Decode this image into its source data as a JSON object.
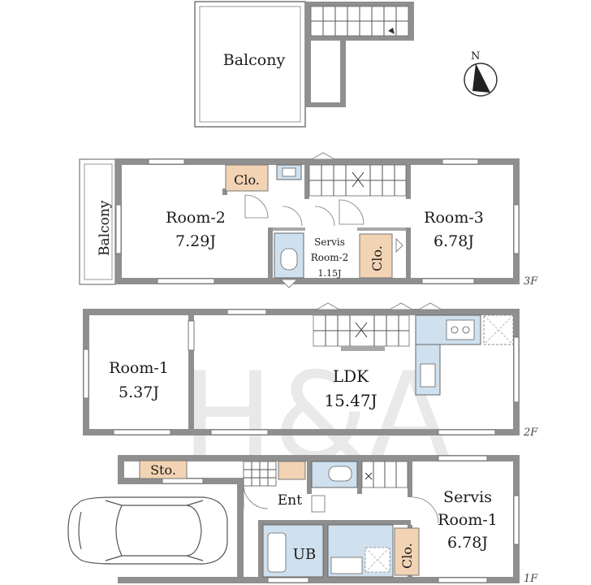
{
  "watermark": "H&A",
  "compass": {
    "letter": "N"
  },
  "floors": {
    "roof": {
      "balcony": "Balcony"
    },
    "f3": {
      "floor_label": "3F",
      "balcony": "Balcony",
      "room2": {
        "name": "Room-2",
        "size": "7.29J"
      },
      "closet_a": "Clo.",
      "servis_room2": {
        "line1": "Servis",
        "line2": "Room-2",
        "size": "1.15J"
      },
      "closet_b": "Clo.",
      "room3": {
        "name": "Room-3",
        "size": "6.78J"
      }
    },
    "f2": {
      "floor_label": "2F",
      "room1": {
        "name": "Room-1",
        "size": "5.37J"
      },
      "ldk": {
        "name": "LDK",
        "size": "15.47J"
      }
    },
    "f1": {
      "floor_label": "1F",
      "storage": "Sto.",
      "entrance": "Ent",
      "bath": "UB",
      "closet": "Clo.",
      "servis_room1": {
        "line1": "Servis",
        "line2": "Room-1",
        "size": "6.78J"
      }
    }
  }
}
